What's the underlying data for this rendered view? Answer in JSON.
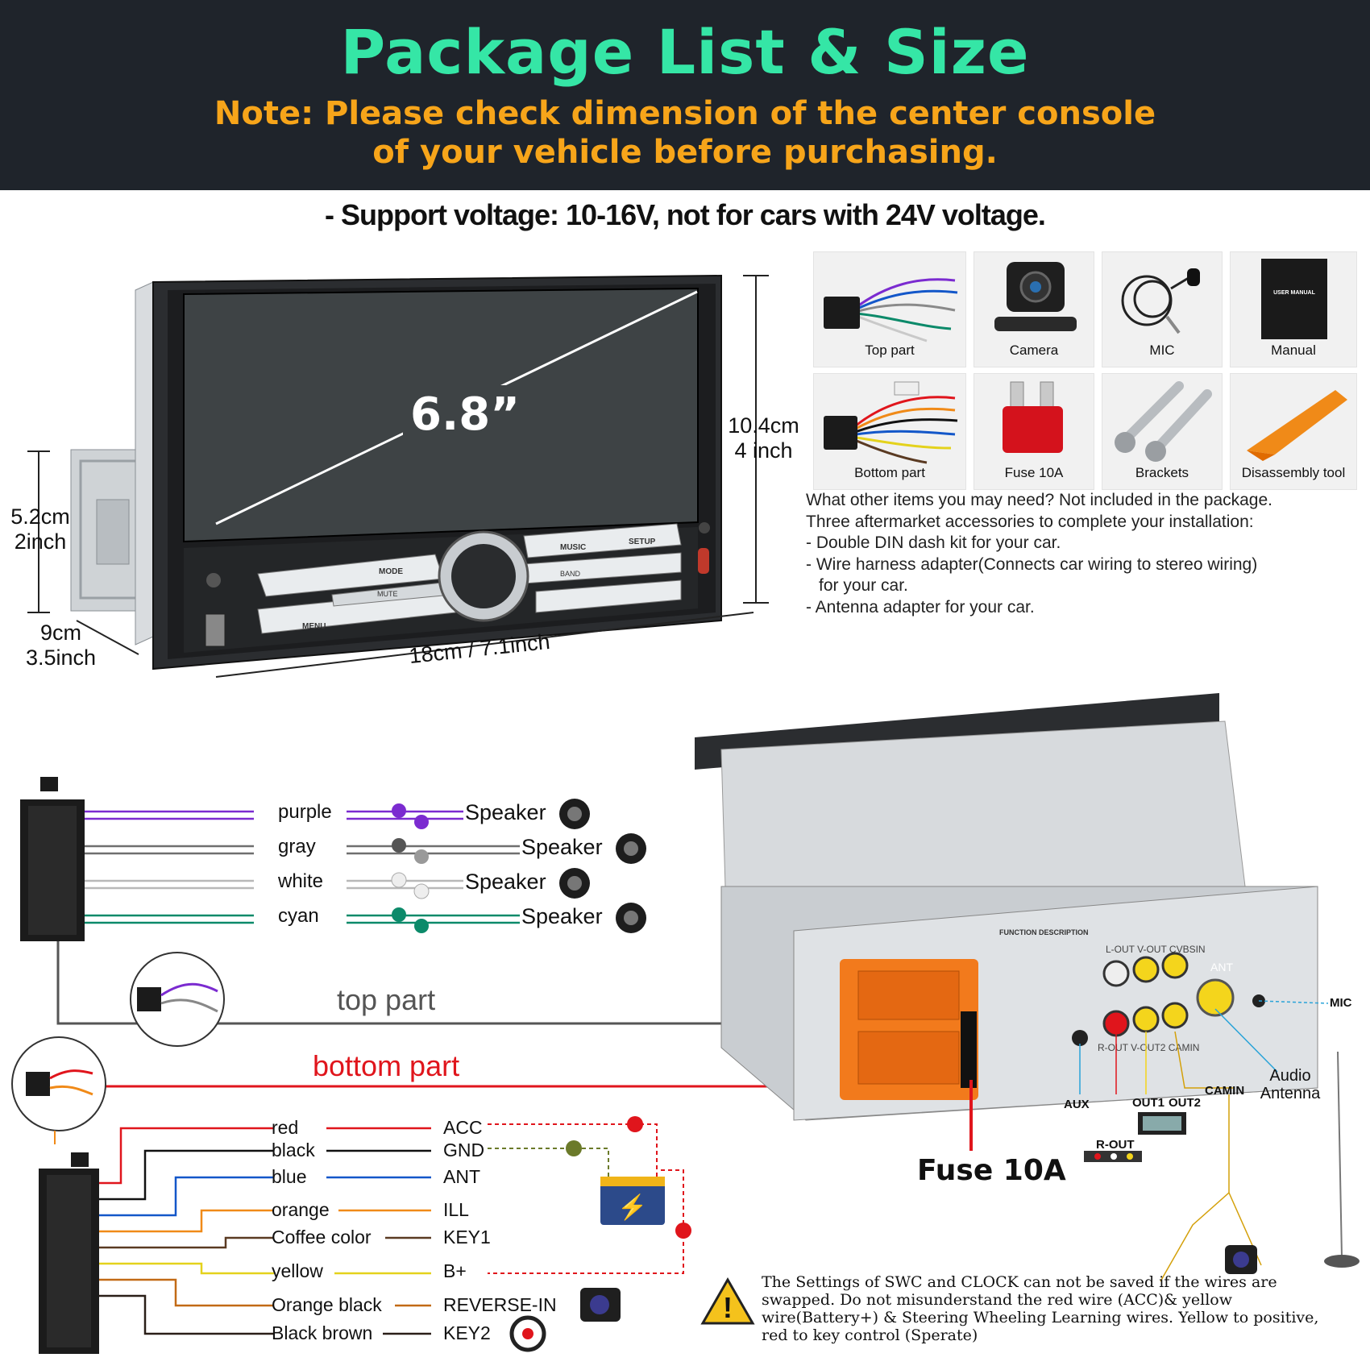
{
  "header": {
    "title": "Package List & Size",
    "note_line1": "Note: Please check dimension of the center console",
    "note_line2": "of your vehicle before purchasing."
  },
  "voltage_note": "- Support voltage: 10-16V, not for cars with 24V voltage.",
  "dimensions": {
    "screen": "6.8”",
    "height_cm": "10.4cm",
    "height_in": "4 inch",
    "depth_cm": "5.2cm",
    "depth_in": "2inch",
    "side_cm": "9cm",
    "side_in": "3.5inch",
    "width": "18cm / 7.1inch"
  },
  "head_unit_buttons": {
    "mode": "MODE",
    "music": "MUSIC",
    "setup": "SETUP",
    "band": "BAND",
    "mute": "MUTE",
    "menu": "MENU"
  },
  "package_items": [
    {
      "label": "Top part",
      "icon": "harness-connector-icon"
    },
    {
      "label": "Camera",
      "icon": "camera-icon"
    },
    {
      "label": "MIC",
      "icon": "microphone-icon"
    },
    {
      "label": "Manual",
      "icon": "manual-book-icon"
    },
    {
      "label": "Bottom part",
      "icon": "harness-connector-icon"
    },
    {
      "label": "Fuse 10A",
      "icon": "fuse-icon"
    },
    {
      "label": "Brackets",
      "icon": "bracket-icon"
    },
    {
      "label": "Disassembly tool",
      "icon": "pry-tool-icon"
    }
  ],
  "manual_cover": "USER MANUAL",
  "not_included": [
    "What other items you may need? Not included in the package.",
    "Three aftermarket accessories to complete your installation:",
    "- Double DIN dash kit for your car.",
    "- Wire harness adapter(Connects car wiring to stereo wiring)",
    "  for your car.",
    "- Antenna adapter for your car."
  ],
  "speaker_wires": [
    {
      "color_name": "purple",
      "label": "Speaker",
      "hex": "#7b2bd0"
    },
    {
      "color_name": "gray",
      "label": "Speaker",
      "hex": "#6f6f6f"
    },
    {
      "color_name": "white",
      "label": "Speaker",
      "hex": "#b8b8b8"
    },
    {
      "color_name": "cyan",
      "label": "Speaker",
      "hex": "#0c8a6a"
    }
  ],
  "parts": {
    "top": "top part",
    "bottom": "bottom part"
  },
  "power_wires": [
    {
      "color_name": "red",
      "function": "ACC",
      "hex": "#e0151c"
    },
    {
      "color_name": "black",
      "function": "GND",
      "hex": "#111111"
    },
    {
      "color_name": "blue",
      "function": "ANT",
      "hex": "#1357c9"
    },
    {
      "color_name": "orange",
      "function": "ILL",
      "hex": "#f08a18"
    },
    {
      "color_name": "Coffee color",
      "function": "KEY1",
      "hex": "#5a3a22"
    },
    {
      "color_name": "yellow",
      "function": "B+",
      "hex": "#e4d21c"
    },
    {
      "color_name": "Orange black",
      "function": "REVERSE-IN",
      "hex": "#c26a16"
    },
    {
      "color_name": "Black brown",
      "function": "KEY2",
      "hex": "#2a1f18"
    }
  ],
  "rear_ports": {
    "top_row": "L-OUT  V-OUT  CVBSIN",
    "bottom_row": "R-OUT  V-OUT2  CAMIN",
    "ant": "ANT",
    "sticker": "FUNCTION DESCRIPTION"
  },
  "callouts": {
    "mic": "MIC",
    "audio_antenna_1": "Audio",
    "audio_antenna_2": "Antenna",
    "aux": "AUX",
    "out1": "OUT1",
    "out2": "OUT2",
    "camin": "CAMIN",
    "rout": "R-OUT",
    "fuse": "Fuse 10A"
  },
  "warning": "The Settings of SWC and CLOCK can not be saved if the wires are swapped. Do not misunderstand the red wire (ACC)& yellow wire(Battery+) & Steering Wheeling Learning wires. Yellow to positive, red to key control (Sperate)"
}
